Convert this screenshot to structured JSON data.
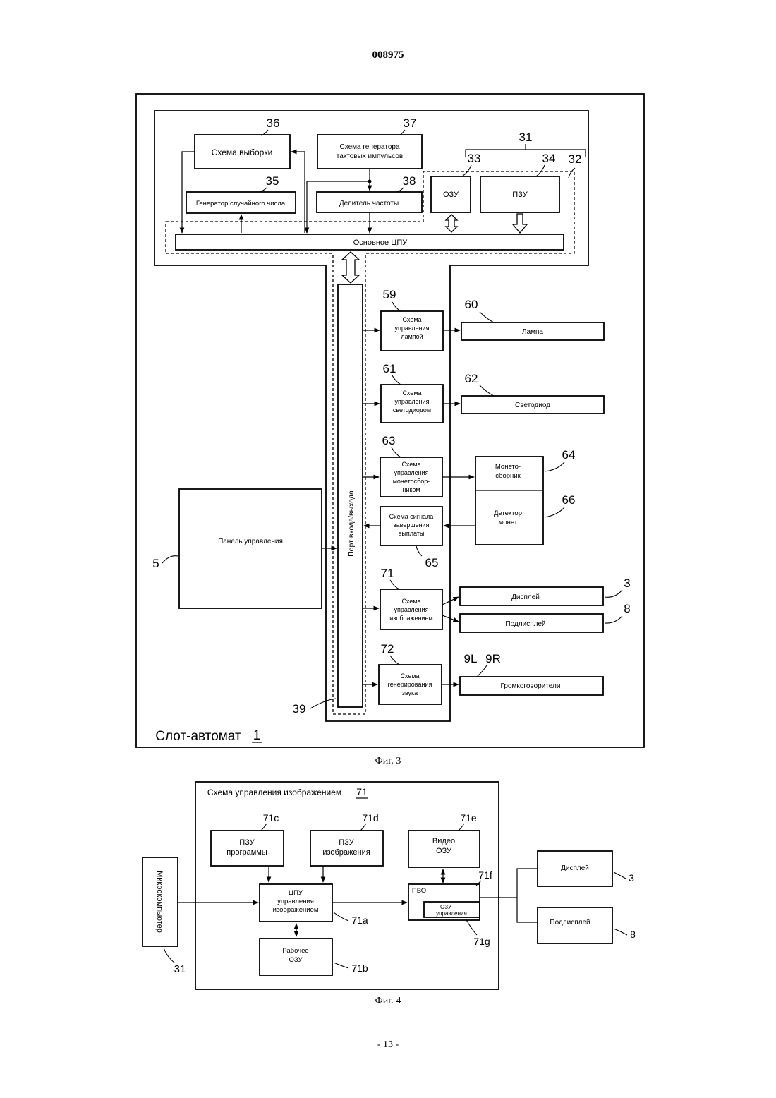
{
  "page": {
    "header": "008975",
    "footer": "- 13 -"
  },
  "fig3": {
    "caption": "Фиг. 3",
    "machine_label": "Слот-автомат",
    "machine_ref": "1",
    "ref_31": "31",
    "ref_32": "32",
    "blocks": {
      "sampling": {
        "label": "Схема выборки",
        "ref": "36"
      },
      "clock_gen": {
        "line1": "Схема генератора",
        "line2": "тактовых импульсов",
        "ref": "37"
      },
      "rng": {
        "label": "Генератор случайного числа",
        "ref": "35"
      },
      "divider": {
        "label": "Делитель частоты",
        "ref": "38"
      },
      "ram": {
        "label": "ОЗУ",
        "ref": "33"
      },
      "rom": {
        "label": "ПЗУ",
        "ref": "34"
      },
      "main_cpu": {
        "label": "Основное ЦПУ"
      },
      "io_port": {
        "label": "Порт входа/выхода",
        "ref": "39"
      },
      "lamp_ctrl": {
        "line1": "Схема",
        "line2": "управления",
        "line3": "лампой",
        "ref": "59"
      },
      "lamp": {
        "label": "Лампа",
        "ref": "60"
      },
      "led_ctrl": {
        "line1": "Схема",
        "line2": "управления",
        "line3": "светодиодом",
        "ref": "61"
      },
      "led": {
        "label": "Светодиод",
        "ref": "62"
      },
      "coin_ctrl": {
        "line1": "Схема",
        "line2": "управления",
        "line3": "монетосбор-",
        "line4": "ником",
        "ref": "63"
      },
      "hopper": {
        "line1": "Монето-",
        "line2": "сборник",
        "ref": "64"
      },
      "coin_det": {
        "line1": "Детектор",
        "line2": "монет",
        "ref": "66"
      },
      "payout": {
        "line1": "Схема сигнала",
        "line2": "завершения",
        "line3": "выплаты",
        "ref": "65"
      },
      "panel": {
        "label": "Панель управления",
        "ref": "5"
      },
      "img_ctrl": {
        "line1": "Схема",
        "line2": "управления",
        "line3": "изображением",
        "ref": "71"
      },
      "display": {
        "label": "Дисплей",
        "ref": "3"
      },
      "subdisplay": {
        "label": "Подлисплей",
        "ref": "8"
      },
      "sound": {
        "line1": "Схема",
        "line2": "генерирования",
        "line3": "звука",
        "ref": "72"
      },
      "speakers": {
        "label": "Громкоговорители",
        "ref_l": "9L",
        "ref_r": "9R"
      }
    }
  },
  "fig4": {
    "caption": "Фиг. 4",
    "title": "Схема управления изображением",
    "title_ref": "71",
    "blocks": {
      "microcomputer": {
        "label": "Микрокомпьютер",
        "ref": "31"
      },
      "prog_rom": {
        "line1": "ПЗУ",
        "line2": "программы",
        "ref": "71c"
      },
      "img_rom": {
        "line1": "ПЗУ",
        "line2": "изображения",
        "ref": "71d"
      },
      "video_ram": {
        "line1": "Видео",
        "line2": "ОЗУ",
        "ref": "71e"
      },
      "img_cpu": {
        "line1": "ЦПУ",
        "line2": "управления",
        "line3": "изображением",
        "ref": "71a"
      },
      "vdp": {
        "label": "ПВО",
        "ref": "71f"
      },
      "ctrl_ram": {
        "line1": "ОЗУ",
        "line2": "управления",
        "ref": "71g"
      },
      "work_ram": {
        "line1": "Рабочее",
        "line2": "ОЗУ",
        "ref": "71b"
      },
      "display": {
        "label": "Дисплей",
        "ref": "3"
      },
      "subdisplay": {
        "label": "Подлисплей",
        "ref": "8"
      }
    }
  }
}
